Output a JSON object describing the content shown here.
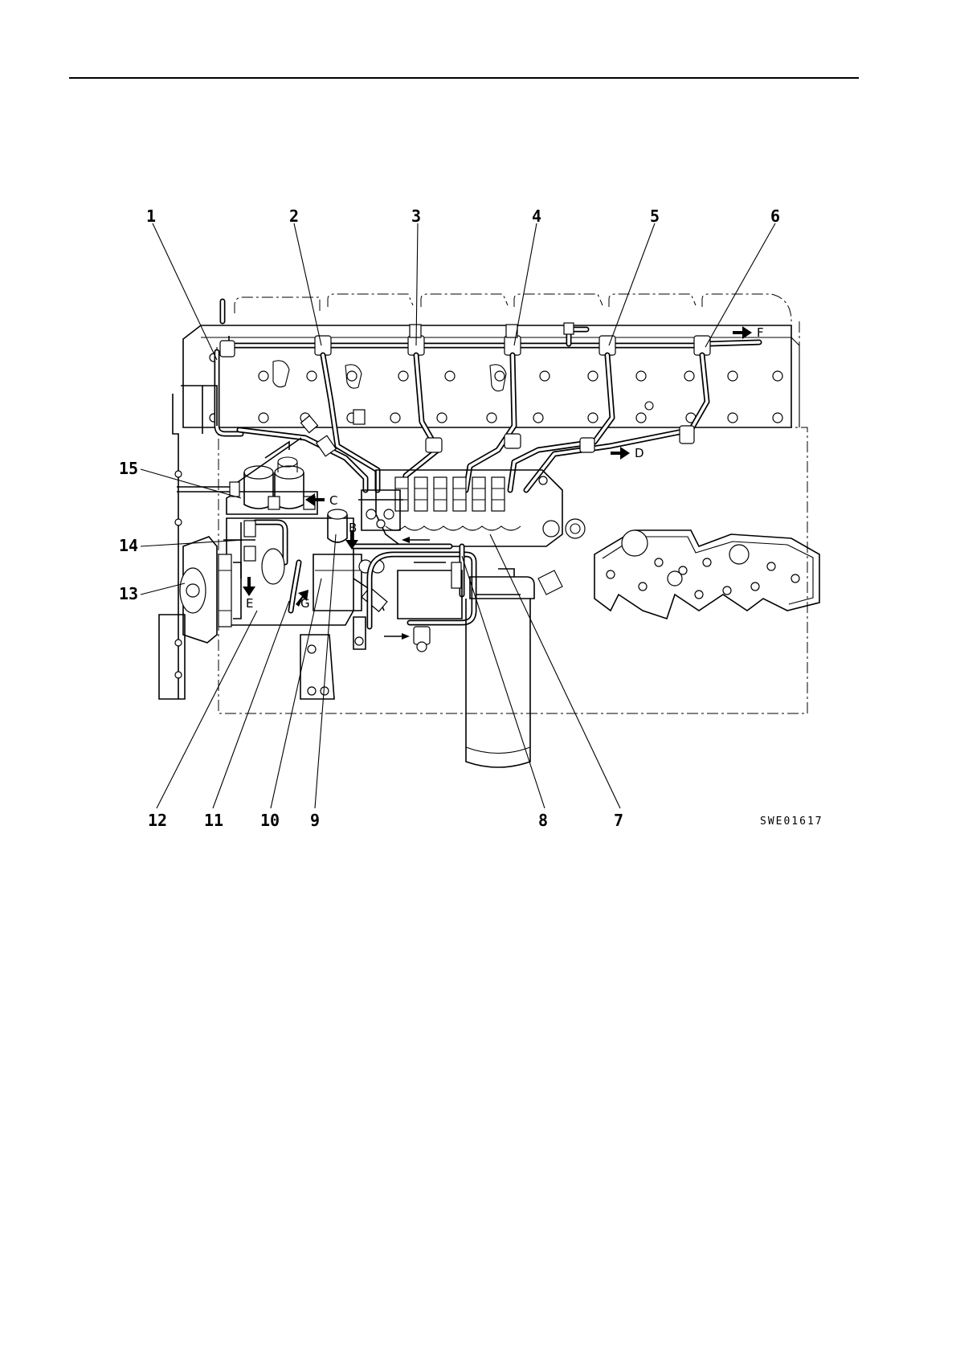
{
  "diagram": {
    "drawing_code": "SWE01617",
    "callouts": [
      "1",
      "2",
      "3",
      "4",
      "5",
      "6",
      "7",
      "8",
      "9",
      "10",
      "11",
      "12",
      "13",
      "14",
      "15"
    ],
    "flow_labels": [
      "B",
      "C",
      "D",
      "E",
      "F",
      "G"
    ]
  }
}
